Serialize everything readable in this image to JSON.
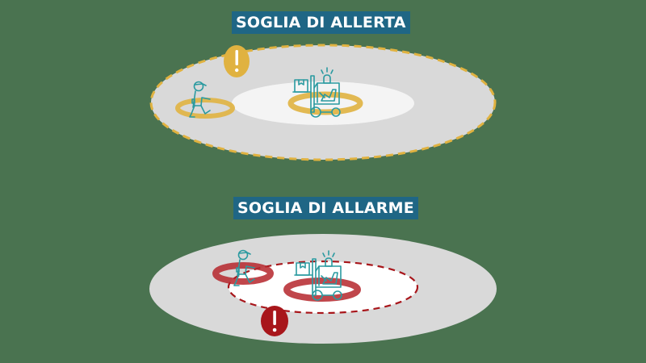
{
  "panels": [
    {
      "id": "alert",
      "title": "SOGLIA DI ALLERTA",
      "threshold_color": "#e0b240",
      "warning_symbol": "!",
      "zone_style": "dashed-outer-ellipse"
    },
    {
      "id": "alarm",
      "title": "SOGLIA DI ALLARME",
      "threshold_color": "#a8161b",
      "warning_symbol": "!",
      "zone_style": "dashed-inner-ellipse"
    }
  ],
  "colors": {
    "background": "#4a7350",
    "title_bg": "#1f6685",
    "zone_gray": "#d9d9d9",
    "zone_white": "#f4f4f4",
    "icon_teal": "#2a9aa0"
  }
}
